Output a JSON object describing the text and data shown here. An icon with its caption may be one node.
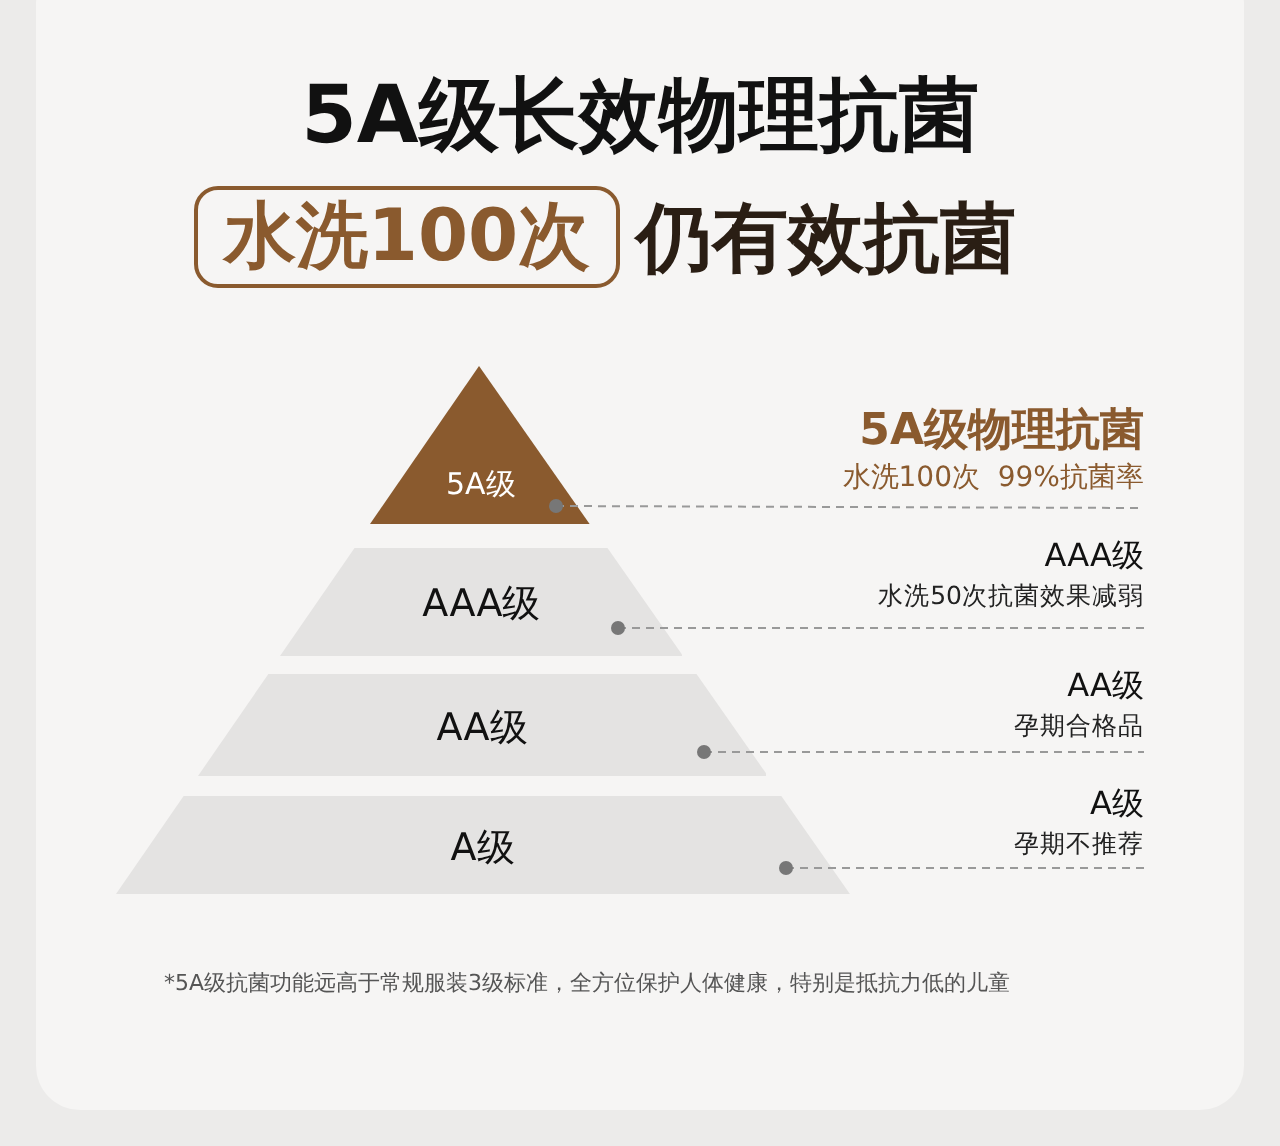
{
  "diagram": {
    "title": "5A级长效物理抗菌",
    "nodes": [
      {
        "text": [
          "水洗100次"
        ]
      },
      {
        "text": [
          "5A级"
        ]
      },
      {
        "text": [
          "5A级物理抗菌",
          "水洗100次  99%抗菌率"
        ]
      },
      {
        "text": [
          "AAA级"
        ]
      },
      {
        "text": [
          "AAA级",
          "水洗50次抗菌效果减弱"
        ]
      },
      {
        "text": [
          "AA级"
        ]
      },
      {
        "text": [
          "AA级",
          "孕期合格品"
        ]
      },
      {
        "text": [
          "A级"
        ]
      },
      {
        "text": [
          "A级",
          "孕期不推荐"
        ]
      }
    ],
    "edges": [
      {
        "from": 1,
        "to": 2,
        "arrow": "other",
        "style": "dashed"
      },
      {
        "from": 3,
        "to": 4,
        "arrow": "other",
        "style": "dashed"
      },
      {
        "from": 5,
        "to": 6,
        "arrow": "other",
        "style": "dashed"
      },
      {
        "from": 7,
        "to": 8,
        "arrow": "other",
        "style": "dashed"
      }
    ],
    "labels": [
      "仍有效抗菌",
      "*5A级抗菌功能远高于常规服装3级标准，全方位保护人体健康，特别是抵抗力低的儿童"
    ]
  }
}
